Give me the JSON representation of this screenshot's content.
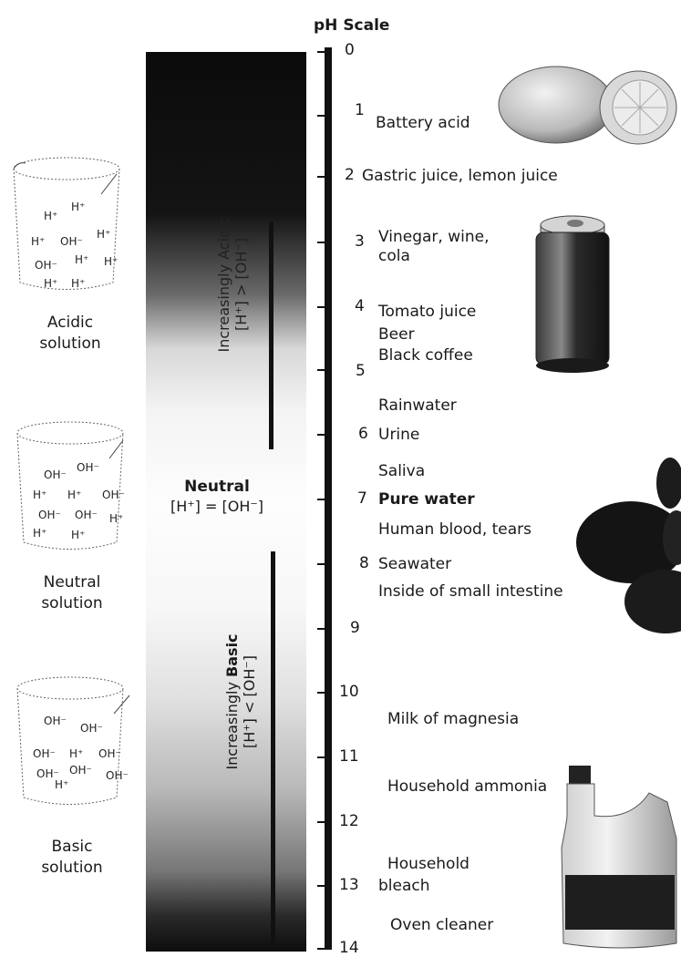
{
  "title": "pH Scale",
  "ticks": [
    "0",
    "1",
    "2",
    "3",
    "4",
    "5",
    "6",
    "7",
    "8",
    "9",
    "10",
    "11",
    "12",
    "13",
    "14"
  ],
  "substances": {
    "battery": "Battery acid",
    "gastric": "Gastric juice, lemon juice",
    "vinegar1": "Vinegar, wine,",
    "vinegar2": "cola",
    "tomato": "Tomato juice",
    "beer": "Beer",
    "coffee": "Black coffee",
    "rain": "Rainwater",
    "urine": "Urine",
    "saliva": "Saliva",
    "pure": "Pure water",
    "blood": "Human blood, tears",
    "seawater": "Seawater",
    "intestine": "Inside of small intestine",
    "magnesia": "Milk of magnesia",
    "ammonia": "Household ammonia",
    "bleach1": "Household",
    "bleach2": "bleach",
    "oven": "Oven cleaner"
  },
  "acidic_bracket": {
    "line1": "Increasingly Acidic",
    "line2": "[H⁺] > [OH⁻]"
  },
  "neutral": {
    "word": "Neutral",
    "formula": "[H⁺] = [OH⁻]"
  },
  "basic_bracket": {
    "prefix": "Increasingly ",
    "word": "Basic",
    "line2": "[H⁺] < [OH⁻]"
  },
  "beakers": {
    "acidic": {
      "l1": "Acidic",
      "l2": "solution"
    },
    "neutral": {
      "l1": "Neutral",
      "l2": "solution"
    },
    "basic": {
      "l1": "Basic",
      "l2": "solution"
    }
  }
}
